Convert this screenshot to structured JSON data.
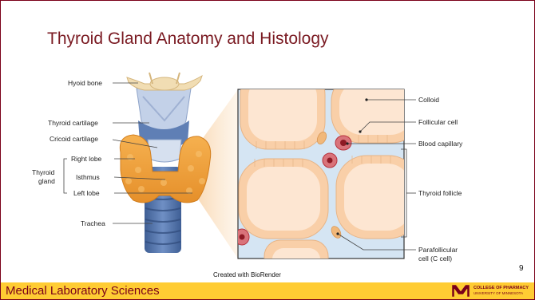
{
  "slide": {
    "title": "Thyroid Gland Anatomy and Histology",
    "page_number": "9",
    "credit": "Created with BioRender"
  },
  "left_labels": {
    "hyoid_bone": "Hyoid bone",
    "thyroid_cartilage": "Thyroid cartilage",
    "cricoid_cartilage": "Cricoid cartilage",
    "right_lobe": "Right lobe",
    "isthmus": "Isthmus",
    "left_lobe": "Left lobe",
    "thyroid_gland_line1": "Thyroid",
    "thyroid_gland_line2": "gland",
    "trachea": "Trachea"
  },
  "right_labels": {
    "colloid": "Colloid",
    "follicular_cell": "Follicular cell",
    "blood_capillary": "Blood capillary",
    "thyroid_follicle": "Thyroid follicle",
    "parafollicular_line1": "Parafollicular",
    "parafollicular_line2": "cell (C cell)"
  },
  "footer": {
    "text": "Medical Laboratory Sciences",
    "logo_line1": "COLLEGE OF PHARMACY",
    "logo_line2": "UNIVERSITY OF MINNESOTA",
    "bar_color": "#ffcc33",
    "text_color": "#7a0019"
  },
  "colors": {
    "title": "#7a1a22",
    "colloid": "#fde6d2",
    "cell": "#f9cfa8",
    "gland": "#f2a13c",
    "cartilage": "#5f7fb5",
    "capillary": "#b8323c"
  }
}
